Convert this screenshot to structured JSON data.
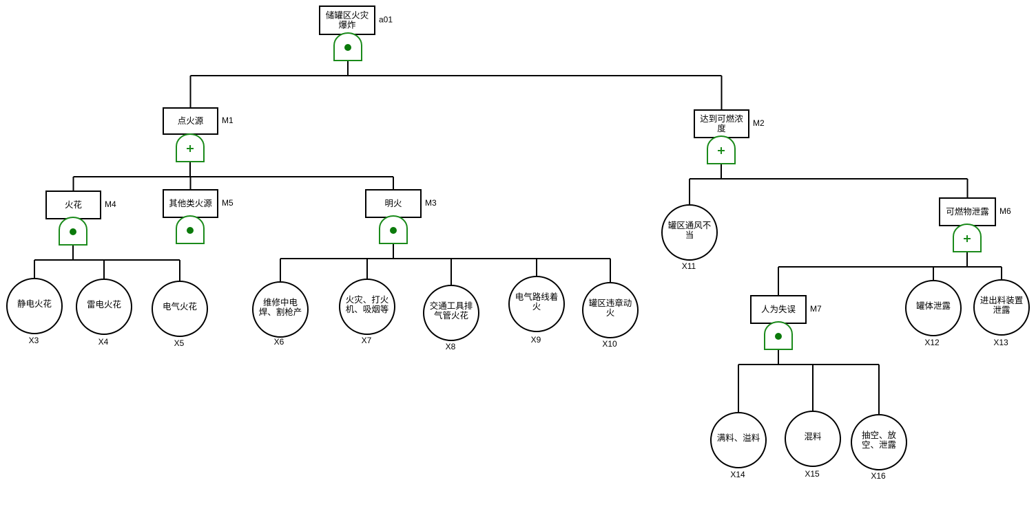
{
  "diagram": {
    "type": "fault-tree",
    "colors": {
      "gate": "#1a8a1a",
      "line": "#000000",
      "and_dot": "#0b7a0b"
    },
    "gate_types": {
      "and": "and-gate (dot)",
      "or": "or-gate (plus)"
    },
    "nodes": [
      {
        "id": "a01",
        "code": "a01",
        "kind": "event",
        "lines": [
          "储罐区火灾",
          "爆炸"
        ],
        "gate": "and"
      },
      {
        "id": "M1",
        "code": "M1",
        "kind": "event",
        "lines": [
          "点火源"
        ],
        "gate": "or",
        "parent": "a01"
      },
      {
        "id": "M2",
        "code": "M2",
        "kind": "event",
        "lines": [
          "达到可燃浓",
          "度"
        ],
        "gate": "or",
        "parent": "a01"
      },
      {
        "id": "M4",
        "code": "M4",
        "kind": "event",
        "lines": [
          "火花"
        ],
        "gate": "and",
        "parent": "M1"
      },
      {
        "id": "M5",
        "code": "M5",
        "kind": "event",
        "lines": [
          "其他类火源"
        ],
        "gate": "and",
        "parent": "M1"
      },
      {
        "id": "M3",
        "code": "M3",
        "kind": "event",
        "lines": [
          "明火"
        ],
        "gate": "and",
        "parent": "M1"
      },
      {
        "id": "X3",
        "code": "X3",
        "kind": "basic",
        "lines": [
          "静电火花"
        ],
        "parent": "M4"
      },
      {
        "id": "X4",
        "code": "X4",
        "kind": "basic",
        "lines": [
          "雷电火花"
        ],
        "parent": "M4"
      },
      {
        "id": "X5",
        "code": "X5",
        "kind": "basic",
        "lines": [
          "电气火花"
        ],
        "parent": "M4"
      },
      {
        "id": "X6",
        "code": "X6",
        "kind": "basic",
        "lines": [
          "维修中电",
          "焊、割枪产"
        ],
        "parent": "M3"
      },
      {
        "id": "X7",
        "code": "X7",
        "kind": "basic",
        "lines": [
          "火灾、打火",
          "机、吸烟等"
        ],
        "parent": "M3"
      },
      {
        "id": "X8",
        "code": "X8",
        "kind": "basic",
        "lines": [
          "交通工具排",
          "气管火花"
        ],
        "parent": "M3"
      },
      {
        "id": "X9",
        "code": "X9",
        "kind": "basic",
        "lines": [
          "电气路线着",
          "火"
        ],
        "parent": "M3"
      },
      {
        "id": "X10",
        "code": "X10",
        "kind": "basic",
        "lines": [
          "罐区违章动",
          "火"
        ],
        "parent": "M3"
      },
      {
        "id": "X11",
        "code": "X11",
        "kind": "basic",
        "lines": [
          "罐区通风不",
          "当"
        ],
        "parent": "M2"
      },
      {
        "id": "M6",
        "code": "M6",
        "kind": "event",
        "lines": [
          "可燃物泄露"
        ],
        "gate": "or",
        "parent": "M2"
      },
      {
        "id": "M7",
        "code": "M7",
        "kind": "event",
        "lines": [
          "人为失误"
        ],
        "gate": "and",
        "parent": "M6"
      },
      {
        "id": "X12",
        "code": "X12",
        "kind": "basic",
        "lines": [
          "罐体泄露"
        ],
        "parent": "M6"
      },
      {
        "id": "X13",
        "code": "X13",
        "kind": "basic",
        "lines": [
          "进出料装置",
          "泄露"
        ],
        "parent": "M6"
      },
      {
        "id": "X14",
        "code": "X14",
        "kind": "basic",
        "lines": [
          "满料、溢料"
        ],
        "parent": "M7"
      },
      {
        "id": "X15",
        "code": "X15",
        "kind": "basic",
        "lines": [
          "混料"
        ],
        "parent": "M7"
      },
      {
        "id": "X16",
        "code": "X16",
        "kind": "basic",
        "lines": [
          "抽空、放",
          "空、泄露"
        ],
        "parent": "M7"
      }
    ]
  }
}
